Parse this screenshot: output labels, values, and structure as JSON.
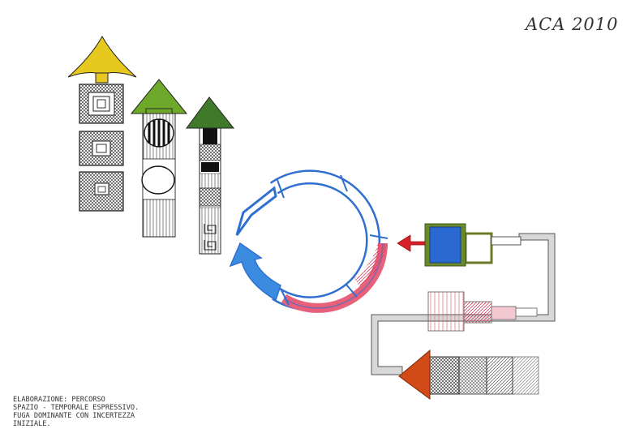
{
  "signature": "ACA 2010",
  "caption": {
    "line1": "ELABORAZIONE: PERCORSO",
    "line2": "SPAZIO - TEMPORALE ESPRESSIVO.",
    "line3": "FUGA DOMINANTE CON INCERTEZZA",
    "line4": "INIZIALE."
  },
  "colors": {
    "ink": "#1a1a1a",
    "yellow": "#e6c81e",
    "green_light": "#6ea82a",
    "green_dark": "#3f7a2a",
    "blue": "#2f6fd0",
    "blue_light": "#3b8be0",
    "pink": "#e8607a",
    "red_arrow": "#d8202a",
    "orange_arrow": "#d24a18",
    "olive": "#6a7a2a",
    "gray": "#a0a0a0"
  }
}
